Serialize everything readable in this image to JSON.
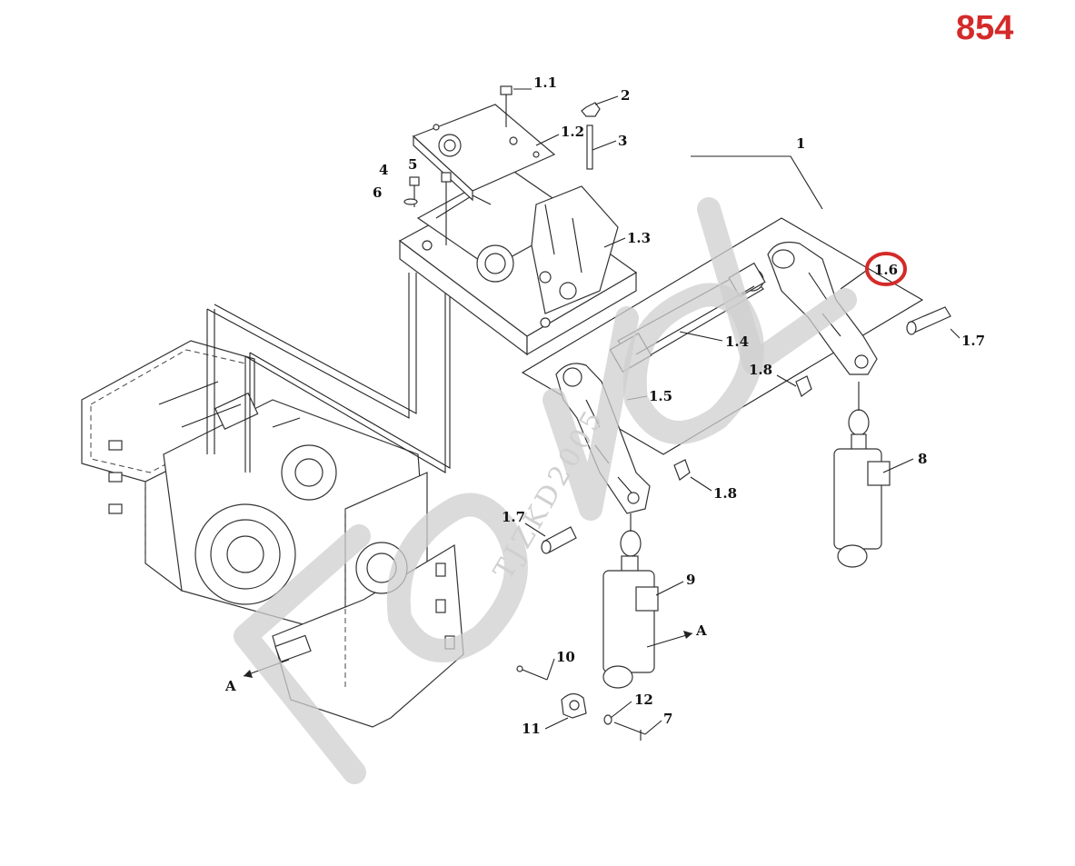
{
  "page_number": "854",
  "highlight_color": "#d42a2a",
  "watermark": {
    "letters": "LOVOL",
    "code": "TJZKD2005"
  },
  "callouts": [
    {
      "id": "c-1",
      "label": "1"
    },
    {
      "id": "c-1-1",
      "label": "1.1"
    },
    {
      "id": "c-1-2",
      "label": "1.2"
    },
    {
      "id": "c-1-3",
      "label": "1.3"
    },
    {
      "id": "c-1-4",
      "label": "1.4"
    },
    {
      "id": "c-1-5",
      "label": "1.5"
    },
    {
      "id": "c-1-6",
      "label": "1.6",
      "highlighted": true
    },
    {
      "id": "c-1-7a",
      "label": "1.7"
    },
    {
      "id": "c-1-7b",
      "label": "1.7"
    },
    {
      "id": "c-1-8a",
      "label": "1.8"
    },
    {
      "id": "c-1-8b",
      "label": "1.8"
    },
    {
      "id": "c-2",
      "label": "2"
    },
    {
      "id": "c-3",
      "label": "3"
    },
    {
      "id": "c-4",
      "label": "4"
    },
    {
      "id": "c-5",
      "label": "5"
    },
    {
      "id": "c-6",
      "label": "6"
    },
    {
      "id": "c-7",
      "label": "7"
    },
    {
      "id": "c-8",
      "label": "8"
    },
    {
      "id": "c-9",
      "label": "9"
    },
    {
      "id": "c-10",
      "label": "10"
    },
    {
      "id": "c-11",
      "label": "11"
    },
    {
      "id": "c-12",
      "label": "12"
    },
    {
      "id": "c-a1",
      "label": "A"
    },
    {
      "id": "c-a2",
      "label": "A"
    }
  ]
}
